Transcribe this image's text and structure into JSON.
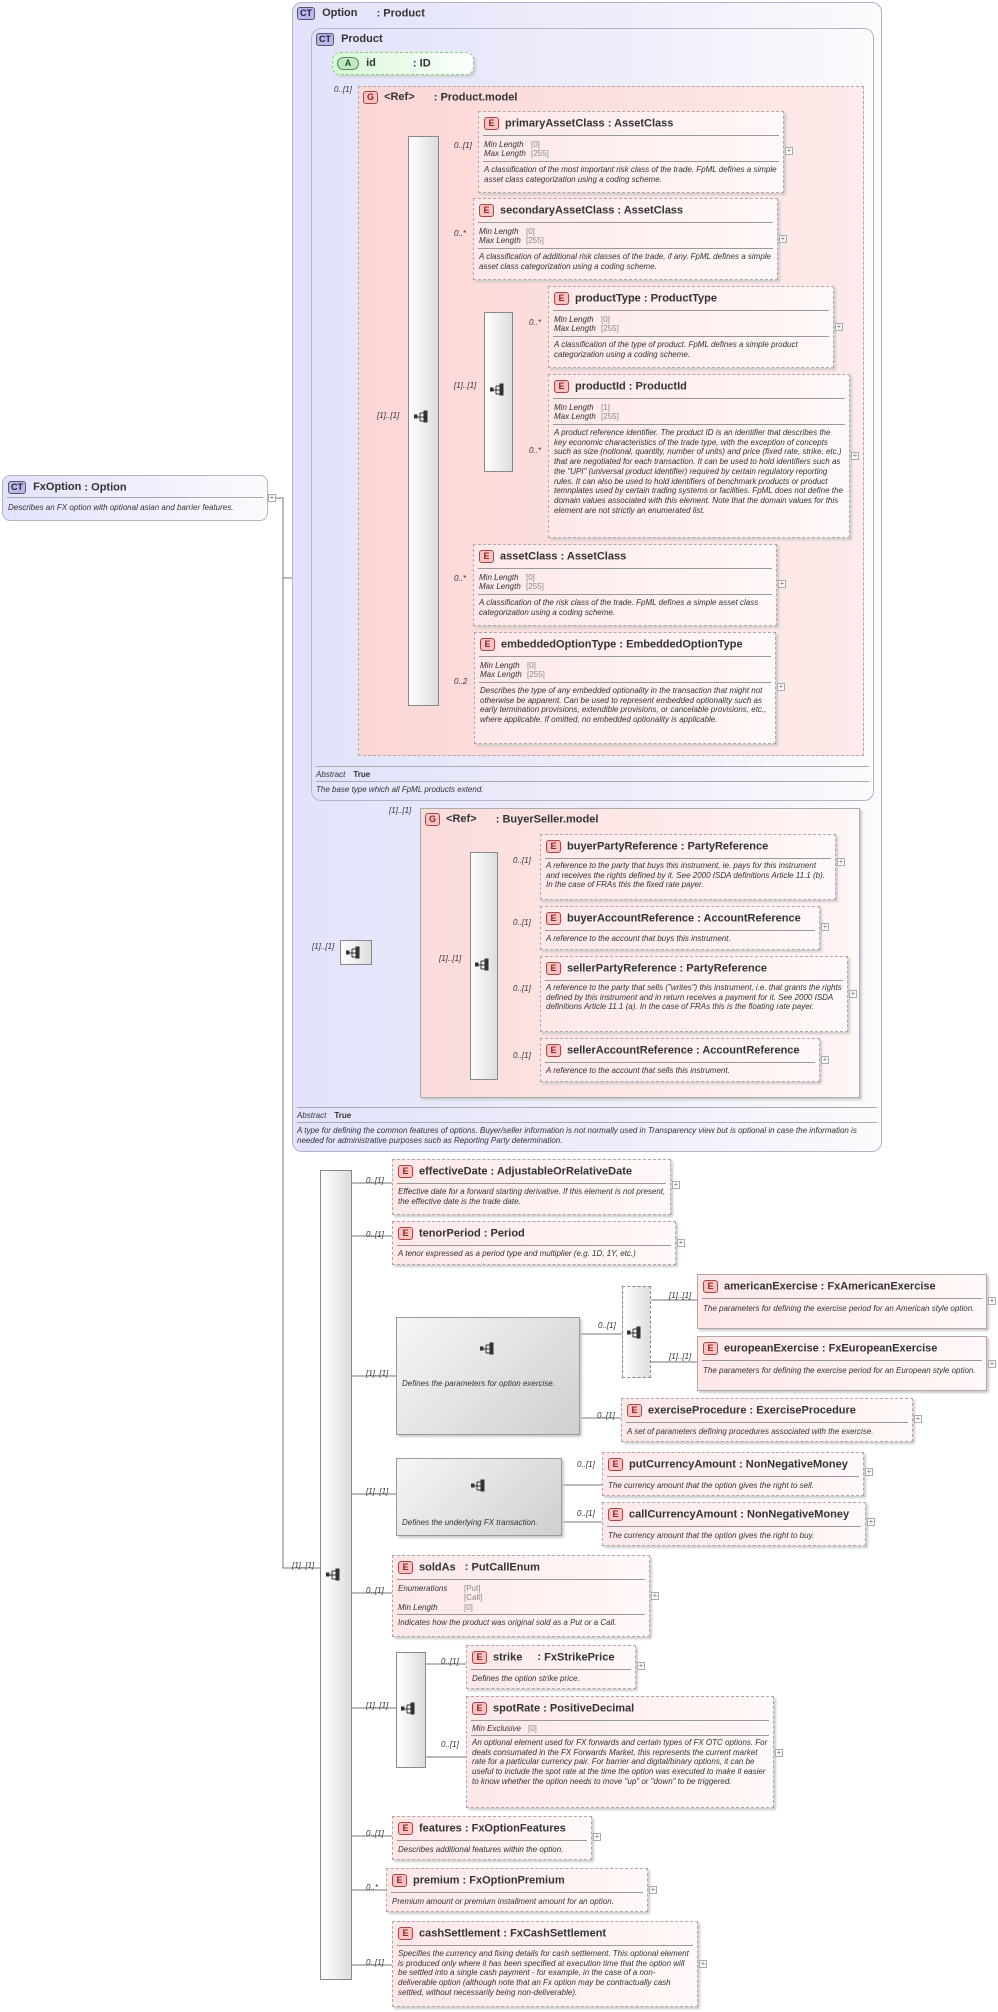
{
  "root": {
    "tag": "CT",
    "name": "FxOption",
    "type": "Option",
    "doc": "Describes an FX option with optional asian and barrier features."
  },
  "option_ct": {
    "tag": "CT",
    "name": "Option",
    "type": "Product",
    "abstract_label": "Abstract",
    "abstract_value": "True",
    "doc": "A type for defining the common features of options. Buyer/seller information is not normally used in Transparency view but is optional in case the information is needed for administrative purposes such as Reporting Party determination."
  },
  "product_ct": {
    "tag": "CT",
    "name": "Product",
    "abstract_label": "Abstract",
    "abstract_value": "True",
    "doc": "The base type which all FpML products extend."
  },
  "id_attr": {
    "tag": "A",
    "name": "id",
    "type": "ID"
  },
  "product_group": {
    "tag": "G",
    "ref": "<Ref>",
    "name": "Product.model",
    "mult": "0..[1]"
  },
  "buyerseller_group": {
    "tag": "G",
    "ref": "<Ref>",
    "name": "BuyerSeller.model",
    "mult": "[1]..[1]"
  },
  "labels": {
    "min_length": "Min Length",
    "max_length": "Max Length",
    "enumerations": "Enumerations",
    "min_exclusive": "Min Exclusive",
    "plus": "+",
    "sep": ":"
  },
  "mults": {
    "m11": "[1]..[1]",
    "m01": "0..[1]",
    "m0s": "0..*",
    "m02": "0..2"
  },
  "elements": [
    {
      "tag": "E",
      "name": "primaryAssetClass",
      "type": "AssetClass",
      "min": "[0]",
      "max": "[255]",
      "doc": "A classification of the most important risk class of the trade. FpML defines a simple asset class categorization using a coding scheme."
    },
    {
      "tag": "E",
      "name": "secondaryAssetClass",
      "type": "AssetClass",
      "min": "[0]",
      "max": "[255]",
      "doc": "A classification of additional risk classes of the trade, if any. FpML defines a simple asset class categorization using a coding scheme."
    },
    {
      "tag": "E",
      "name": "productType",
      "type": "ProductType",
      "min": "[0]",
      "max": "[255]",
      "doc": "A classification of the type of product. FpML defines a simple product categorization using a coding scheme."
    },
    {
      "tag": "E",
      "name": "productId",
      "type": "ProductId",
      "min": "[1]",
      "max": "[255]",
      "doc": "A product reference identifier. The product ID is an identifier that describes the key economic characteristics of the trade type, with the exception of concepts such as size (notional, quantity, number of units) and price (fixed rate, strike, etc.) that are negotiated for each transaction. It can be used to hold identifiers such as the \"UPI\" (universal product identifier) required by certain regulatory reporting rules. It can also be used to hold identifiers of benchmark products or product temnplates used by certain trading systems or facilities. FpML does not define the domain values associated with this element. Note that the domain values for this element are not strictly an enumerated list."
    },
    {
      "tag": "E",
      "name": "assetClass",
      "type": "AssetClass",
      "min": "[0]",
      "max": "[255]",
      "doc": "A classification of the risk class of the trade. FpML defines a simple asset class categorization using a coding scheme."
    },
    {
      "tag": "E",
      "name": "embeddedOptionType",
      "type": "EmbeddedOptionType",
      "min": "[0]",
      "max": "[255]",
      "doc": "Describes the type of any embedded optionality in the transaction that might not otherwise be apparent. Can be used to represent embedded optionality such as early termination provisions, extendible provisions, or cancelable provisions, etc., where applicable. If omitted, no embedded optionality is applicable."
    },
    {
      "tag": "E",
      "name": "buyerPartyReference",
      "type": "PartyReference",
      "doc": "A reference to the party that buys this instrument, ie. pays for this instrument and receives the rights defined by it. See 2000 ISDA definitions Article 11.1 (b). In the case of FRAs this the fixed rate payer."
    },
    {
      "tag": "E",
      "name": "buyerAccountReference",
      "type": "AccountReference",
      "doc": "A reference to the account that buys this instrument."
    },
    {
      "tag": "E",
      "name": "sellerPartyReference",
      "type": "PartyReference",
      "doc": "A reference to the party that sells (\"writes\") this instrument, i.e. that grants the rights defined by this instrument and in return receives a payment for it. See 2000 ISDA definitions Article 11.1 (a). In the case of FRAs this is the floating rate payer."
    },
    {
      "tag": "E",
      "name": "sellerAccountReference",
      "type": "AccountReference",
      "doc": "A reference to the account that sells this instrument."
    },
    {
      "tag": "E",
      "name": "effectiveDate",
      "type": "AdjustableOrRelativeDate",
      "doc": "Effective date for a forward starting derivative. If this element is not present, the effective date is the trade date."
    },
    {
      "tag": "E",
      "name": "tenorPeriod",
      "type": "Period",
      "doc": "A tenor expressed as a period type and multiplier (e.g. 1D, 1Y, etc.)"
    },
    {
      "tag": "E",
      "name": "americanExercise",
      "type": "FxAmericanExercise",
      "doc": "The parameters for defining the exercise period for an American style option."
    },
    {
      "tag": "E",
      "name": "europeanExercise",
      "type": "FxEuropeanExercise",
      "doc": "The parameters for defining the exercise period for an European style option."
    },
    {
      "tag": "E",
      "name": "exerciseProcedure",
      "type": "ExerciseProcedure",
      "doc": "A set of parameters defining procedures associated with the exercise."
    },
    {
      "tag": "E",
      "name": "putCurrencyAmount",
      "type": "NonNegativeMoney",
      "doc": "The currency amount that the option gives the right to sell."
    },
    {
      "tag": "E",
      "name": "callCurrencyAmount",
      "type": "NonNegativeMoney",
      "doc": "The currency amount that the option gives the right to buy."
    },
    {
      "tag": "E",
      "name": "soldAs",
      "type": "PutCallEnum",
      "enum1": "[Put]",
      "enum2": "[Call]",
      "min": "[0]",
      "doc": "Indicates how the product was original sold as a Put or a Call."
    },
    {
      "tag": "E",
      "name": "strike",
      "type": "FxStrikePrice",
      "doc": "Defines the option strike price."
    },
    {
      "tag": "E",
      "name": "spotRate",
      "type": "PositiveDecimal",
      "minex": "[0]",
      "doc": "An optional element used for FX forwards and certain types of FX OTC options. For deals consumated in the FX Forwards Market, this represents the current market rate for a particular currency pair. For barrier and digital/binary options, it can be useful to include the spot rate at the time the option was executed to make it easier to know whether the option needs to move \"up\" or \"down\" to be triggered."
    },
    {
      "tag": "E",
      "name": "features",
      "type": "FxOptionFeatures",
      "doc": "Describes additional features within the option."
    },
    {
      "tag": "E",
      "name": "premium",
      "type": "FxOptionPremium",
      "doc": "Premium amount or premium installment amount for an option."
    },
    {
      "tag": "E",
      "name": "cashSettlement",
      "type": "FxCashSettlement",
      "doc": "Specifies the currency and fixing details for cash settlement. This optional element is produced only where it has been specified at execution time that the option will be settled into a single cash payment - for example, in the case of a non-deliverable option (although note that an Fx option may be contractually cash settled, without necessarily being non-deliverable)."
    }
  ],
  "seq_docs": {
    "exercise": "Defines the parameters for option exercise.",
    "fx": "Defines the underlying FX transaction."
  }
}
